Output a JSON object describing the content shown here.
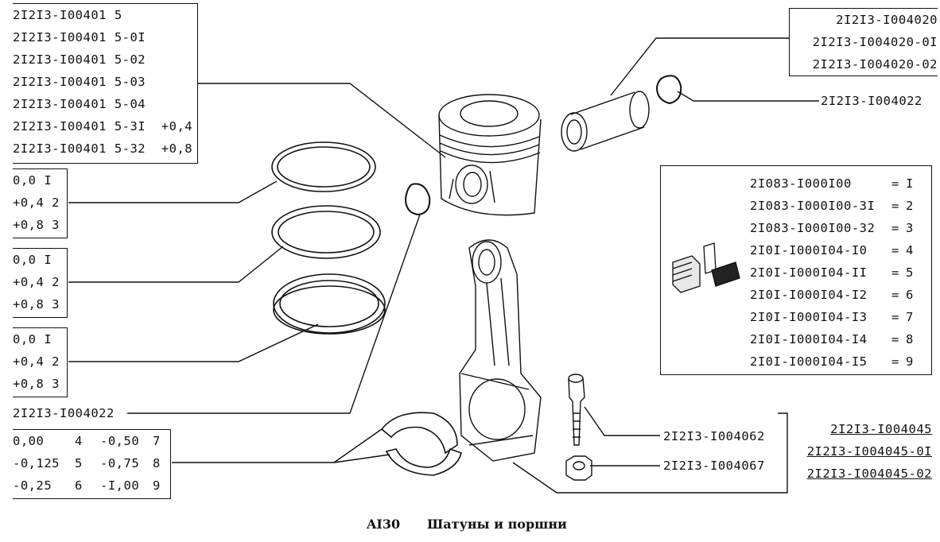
{
  "piston_group": [
    "2I2I3-I00401 5",
    "2I2I3-I00401 5-0I",
    "2I2I3-I00401 5-02",
    "2I2I3-I00401 5-03",
    "2I2I3-I00401 5-04",
    "2I2I3-I00401 5-3I  +0,4",
    "2I2I3-I00401 5-32  +0,8"
  ],
  "pin_group": [
    "2I2I3-I004020",
    "2I2I3-I004020-0I",
    "2I2I3-I004020-02"
  ],
  "circlip_right": "2I2I3-I004022",
  "circlip_left": "2I2I3-I004022",
  "ring_group_1": [
    {
      "val": "0,0",
      "num": "I"
    },
    {
      "val": "+0,4",
      "num": "2"
    },
    {
      "val": "+0,8",
      "num": "3"
    }
  ],
  "ring_group_2": [
    {
      "val": "0,0",
      "num": "I"
    },
    {
      "val": "+0,4",
      "num": "2"
    },
    {
      "val": "+0,8",
      "num": "3"
    }
  ],
  "ring_group_3": [
    {
      "val": "0,0",
      "num": "I"
    },
    {
      "val": "+0,4",
      "num": "2"
    },
    {
      "val": "+0,8",
      "num": "3"
    }
  ],
  "bearing_group": [
    {
      "a": "0,00",
      "an": "4",
      "b": "-0,50",
      "bn": "7"
    },
    {
      "a": "-0,125",
      "an": "5",
      "b": "-0,75",
      "bn": "8"
    },
    {
      "a": "-0,25",
      "an": "6",
      "b": "-I,00",
      "bn": "9"
    }
  ],
  "bolt": "2I2I3-I004062",
  "nut": "2I2I3-I004067",
  "rod_group": [
    "2I2I3-I004045",
    "2I2I3-I004045-0I",
    "2I2I3-I004045-02"
  ],
  "class_table": [
    {
      "code": "2I083-I000I00",
      "cls": "I"
    },
    {
      "code": "2I083-I000I00-3I",
      "cls": "2"
    },
    {
      "code": "2I083-I000I00-32",
      "cls": "3"
    },
    {
      "code": "2I0I-I000I04-I0",
      "cls": "4"
    },
    {
      "code": "2I0I-I000I04-II",
      "cls": "5"
    },
    {
      "code": "2I0I-I000I04-I2",
      "cls": "6"
    },
    {
      "code": "2I0I-I000I04-I3",
      "cls": "7"
    },
    {
      "code": "2I0I-I000I04-I4",
      "cls": "8"
    },
    {
      "code": "2I0I-I000I04-I5",
      "cls": "9"
    }
  ],
  "caption": {
    "code": "AI30",
    "title": "Шатуны и поршни"
  }
}
